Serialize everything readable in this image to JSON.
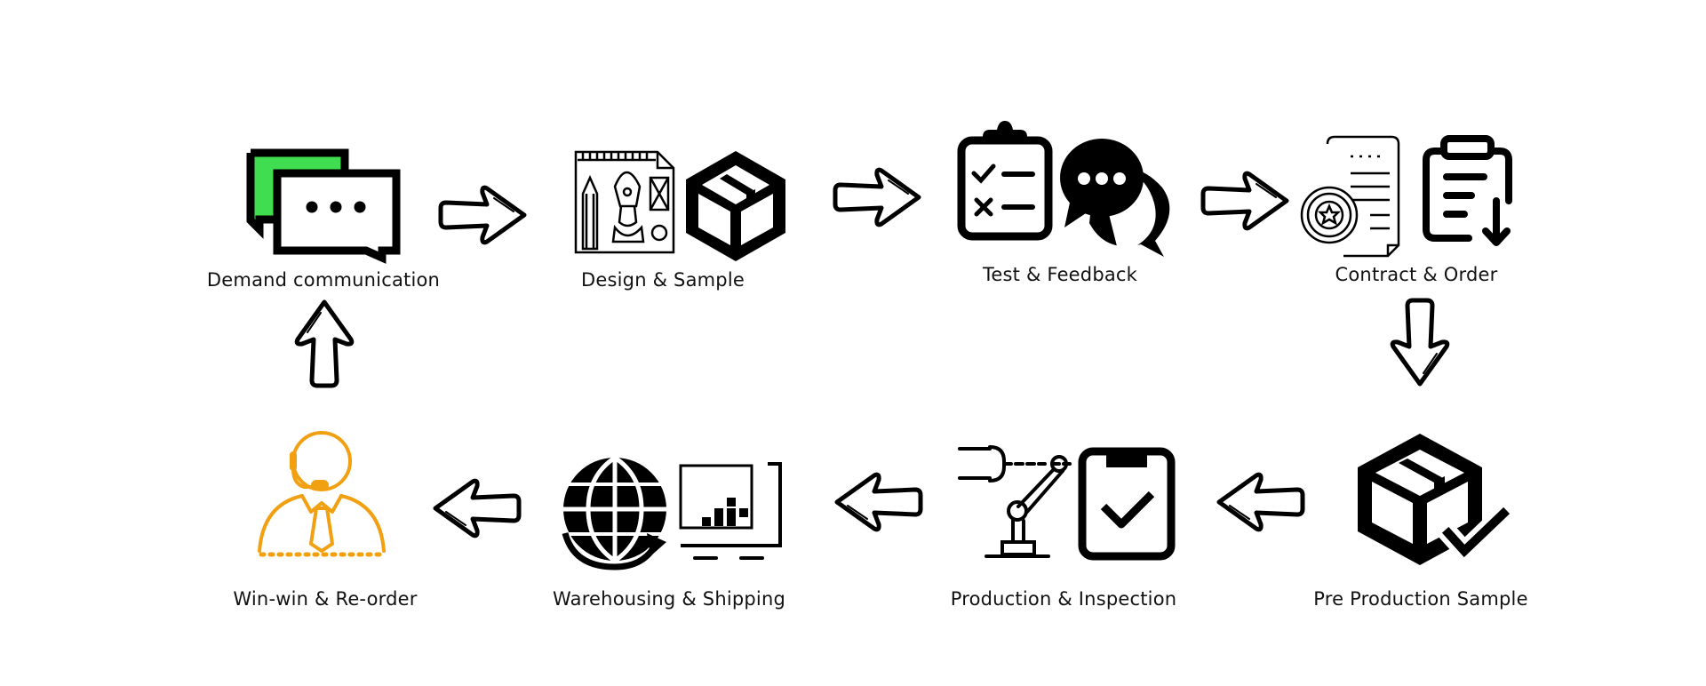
{
  "diagram": {
    "colors": {
      "ink": "#000000",
      "green_accent": "#3fdd4f",
      "orange_accent": "#f0a010"
    },
    "steps": [
      {
        "label": "Demand communication",
        "icons": [
          "chat-bubbles-icon"
        ]
      },
      {
        "label": "Design & Sample",
        "icons": [
          "design-tools-icon",
          "package-box-icon"
        ]
      },
      {
        "label": "Test & Feedback",
        "icons": [
          "checklist-clipboard-icon",
          "speech-bubbles-icon"
        ]
      },
      {
        "label": "Contract & Order",
        "icons": [
          "certificate-document-icon",
          "clipboard-download-icon"
        ]
      },
      {
        "label": "Pre Production Sample",
        "icons": [
          "box-checkmark-icon"
        ]
      },
      {
        "label": "Production & Inspection",
        "icons": [
          "robot-arm-icon",
          "clipboard-check-icon"
        ]
      },
      {
        "label": "Warehousing & Shipping",
        "icons": [
          "globe-refresh-icon",
          "warehouse-cart-icon"
        ]
      },
      {
        "label": "Win-win & Re-order",
        "icons": [
          "service-agent-icon"
        ]
      }
    ],
    "arrows": [
      "right",
      "right",
      "right",
      "down",
      "left",
      "left",
      "left",
      "up"
    ]
  }
}
